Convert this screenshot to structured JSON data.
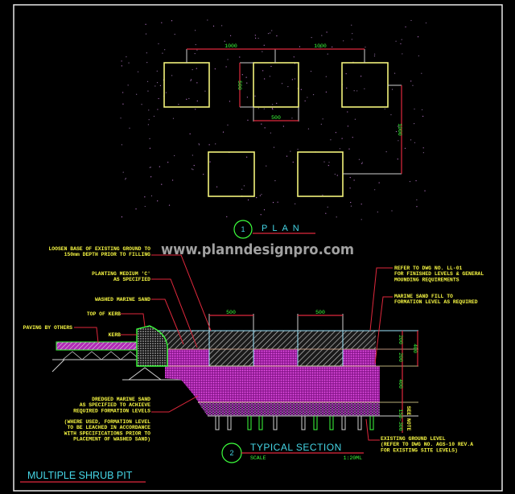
{
  "drawing_title": "MULTIPLE SHRUB PIT",
  "watermark": "www.planndesignpro.com",
  "colors": {
    "background": "#000000",
    "notes": "#f5f542",
    "leaders": "#e0283c",
    "titles": "#45d6e6",
    "dimensions": "#3cff3c",
    "planting_medium": "#c21fc4",
    "pit_outline": "#f2f27a"
  },
  "plan": {
    "number": "1",
    "title": "PLAN",
    "dims": {
      "top_left": "1000",
      "top_right": "1000",
      "pit_height": "500",
      "pit_width": "500",
      "right_vertical": "1000"
    }
  },
  "section": {
    "number": "2",
    "title": "TYPICAL SECTION",
    "scale_label": "SCALE",
    "scale_value": "1:20ML",
    "dims": {
      "slot_1": "500",
      "slot_2": "500",
      "layer_1": "200",
      "layer_2": "200",
      "total_top": "400",
      "layer_3": "400",
      "layer_4": "150-300",
      "see_note": "SEE NOTE"
    },
    "notes_left": [
      [
        "LOOSEN BASE OF EXISTING GROUND TO",
        "150mm DEPTH PRIOR TO FILLING"
      ],
      [
        "PLANTING MEDIUM 'C'",
        "AS SPECIFIED"
      ],
      [
        "WASHED MARINE SAND"
      ],
      [
        "TOP OF KERB"
      ],
      [
        "PAVING BY OTHERS"
      ],
      [
        "KERB"
      ],
      [
        "DREDGED MARINE SAND",
        "AS SPECIFIED TO ACHIEVE",
        "REQUIRED FORMATION LEVELS"
      ],
      [
        "(WHERE USED, FORMATION LEVEL",
        "TO BE LEACHED IN ACCORDANCE",
        "WITH SPECIFICATIONS PRIOR TO",
        "PLACEMENT OF WASHED SAND)"
      ]
    ],
    "notes_right": [
      [
        "REFER TO DWG NO. LL-01",
        "FOR FINISHED LEVELS & GENERAL",
        "MOUNDING REQUIREMENTS"
      ],
      [
        "MARINE SAND FILL TO",
        "FORMATION LEVEL AS REQUIRED"
      ],
      [
        "EXISTING GROUND LEVEL",
        "(REFER TO DWG NO. AGS-10 REV.A",
        "FOR EXISTING SITE LEVELS)"
      ]
    ]
  }
}
